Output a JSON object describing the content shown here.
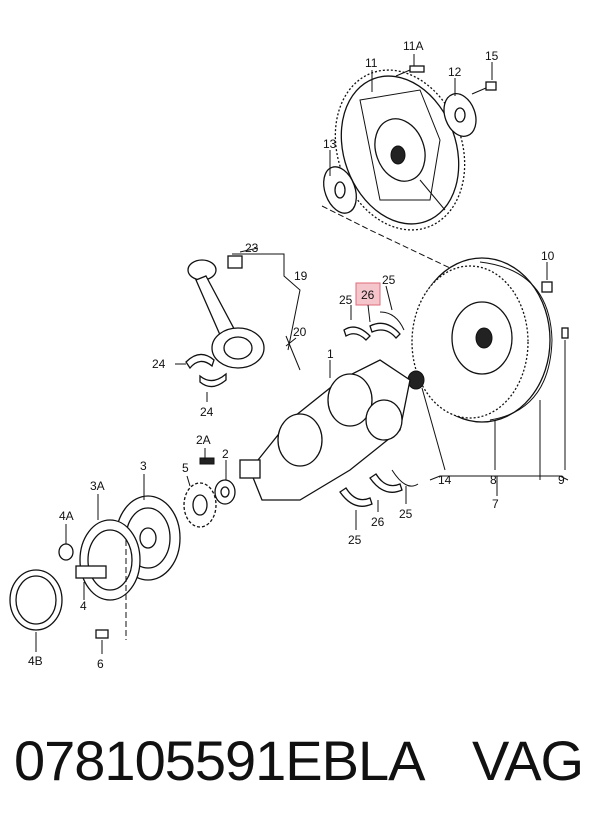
{
  "diagram": {
    "labels": {
      "l1": "1",
      "l2": "2",
      "l2a": "2A",
      "l3": "3",
      "l3a": "3A",
      "l4": "4",
      "l4a": "4A",
      "l4b": "4B",
      "l5": "5",
      "l6": "6",
      "l7": "7",
      "l8": "8",
      "l9": "9",
      "l10": "10",
      "l11": "11",
      "l11a": "11A",
      "l12": "12",
      "l13": "13",
      "l14": "14",
      "l15": "15",
      "l19": "19",
      "l20": "20",
      "l23": "23",
      "l24a": "24",
      "l24b": "24",
      "l25a": "25",
      "l25b": "25",
      "l25c": "25",
      "l25d": "25",
      "l26a": "26",
      "l26b": "26"
    },
    "highlight_color": "#f4c6cc"
  },
  "footer": {
    "part_number": "078105591EBLA",
    "brand": "VAG"
  }
}
